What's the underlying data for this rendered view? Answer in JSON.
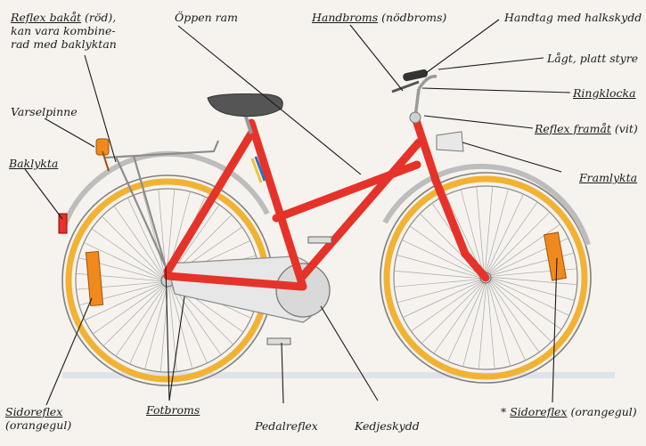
{
  "labels": {
    "reflex_bakat": "Reflex bakåt",
    "reflex_bakat_rest1": " (röd),",
    "reflex_bakat_rest2": "kan vara kombine-",
    "reflex_bakat_rest3": "rad med baklyktan",
    "oppen_ram": "Öppen ram",
    "handbroms": "Handbroms",
    "handbroms_rest": " (nödbroms)",
    "handtag": "Handtag med halkskydd",
    "lagt_styre": "Lågt, platt styre",
    "ringklocka": "Ringklocka",
    "reflex_framat": "Reflex framåt",
    "reflex_framat_rest": " (vit)",
    "framlykta": "Framlykta",
    "varselpinne": "Varselpinne",
    "baklykta": "Baklykta",
    "sidoreflex_left": "Sidoreflex",
    "sidoreflex_left_rest": "(orangegul)",
    "fotbroms": "Fotbroms",
    "pedalreflex": "Pedalreflex",
    "kedjeskydd": "Kedjeskydd",
    "asterisk": "*",
    "sidoreflex_right": "Sidoreflex",
    "sidoreflex_right_rest": " (orangegul)"
  },
  "colors": {
    "frame": "#e5332a",
    "rim": "#f2b233",
    "reflector": "#f08a1e",
    "ink": "#1a1a1a"
  }
}
